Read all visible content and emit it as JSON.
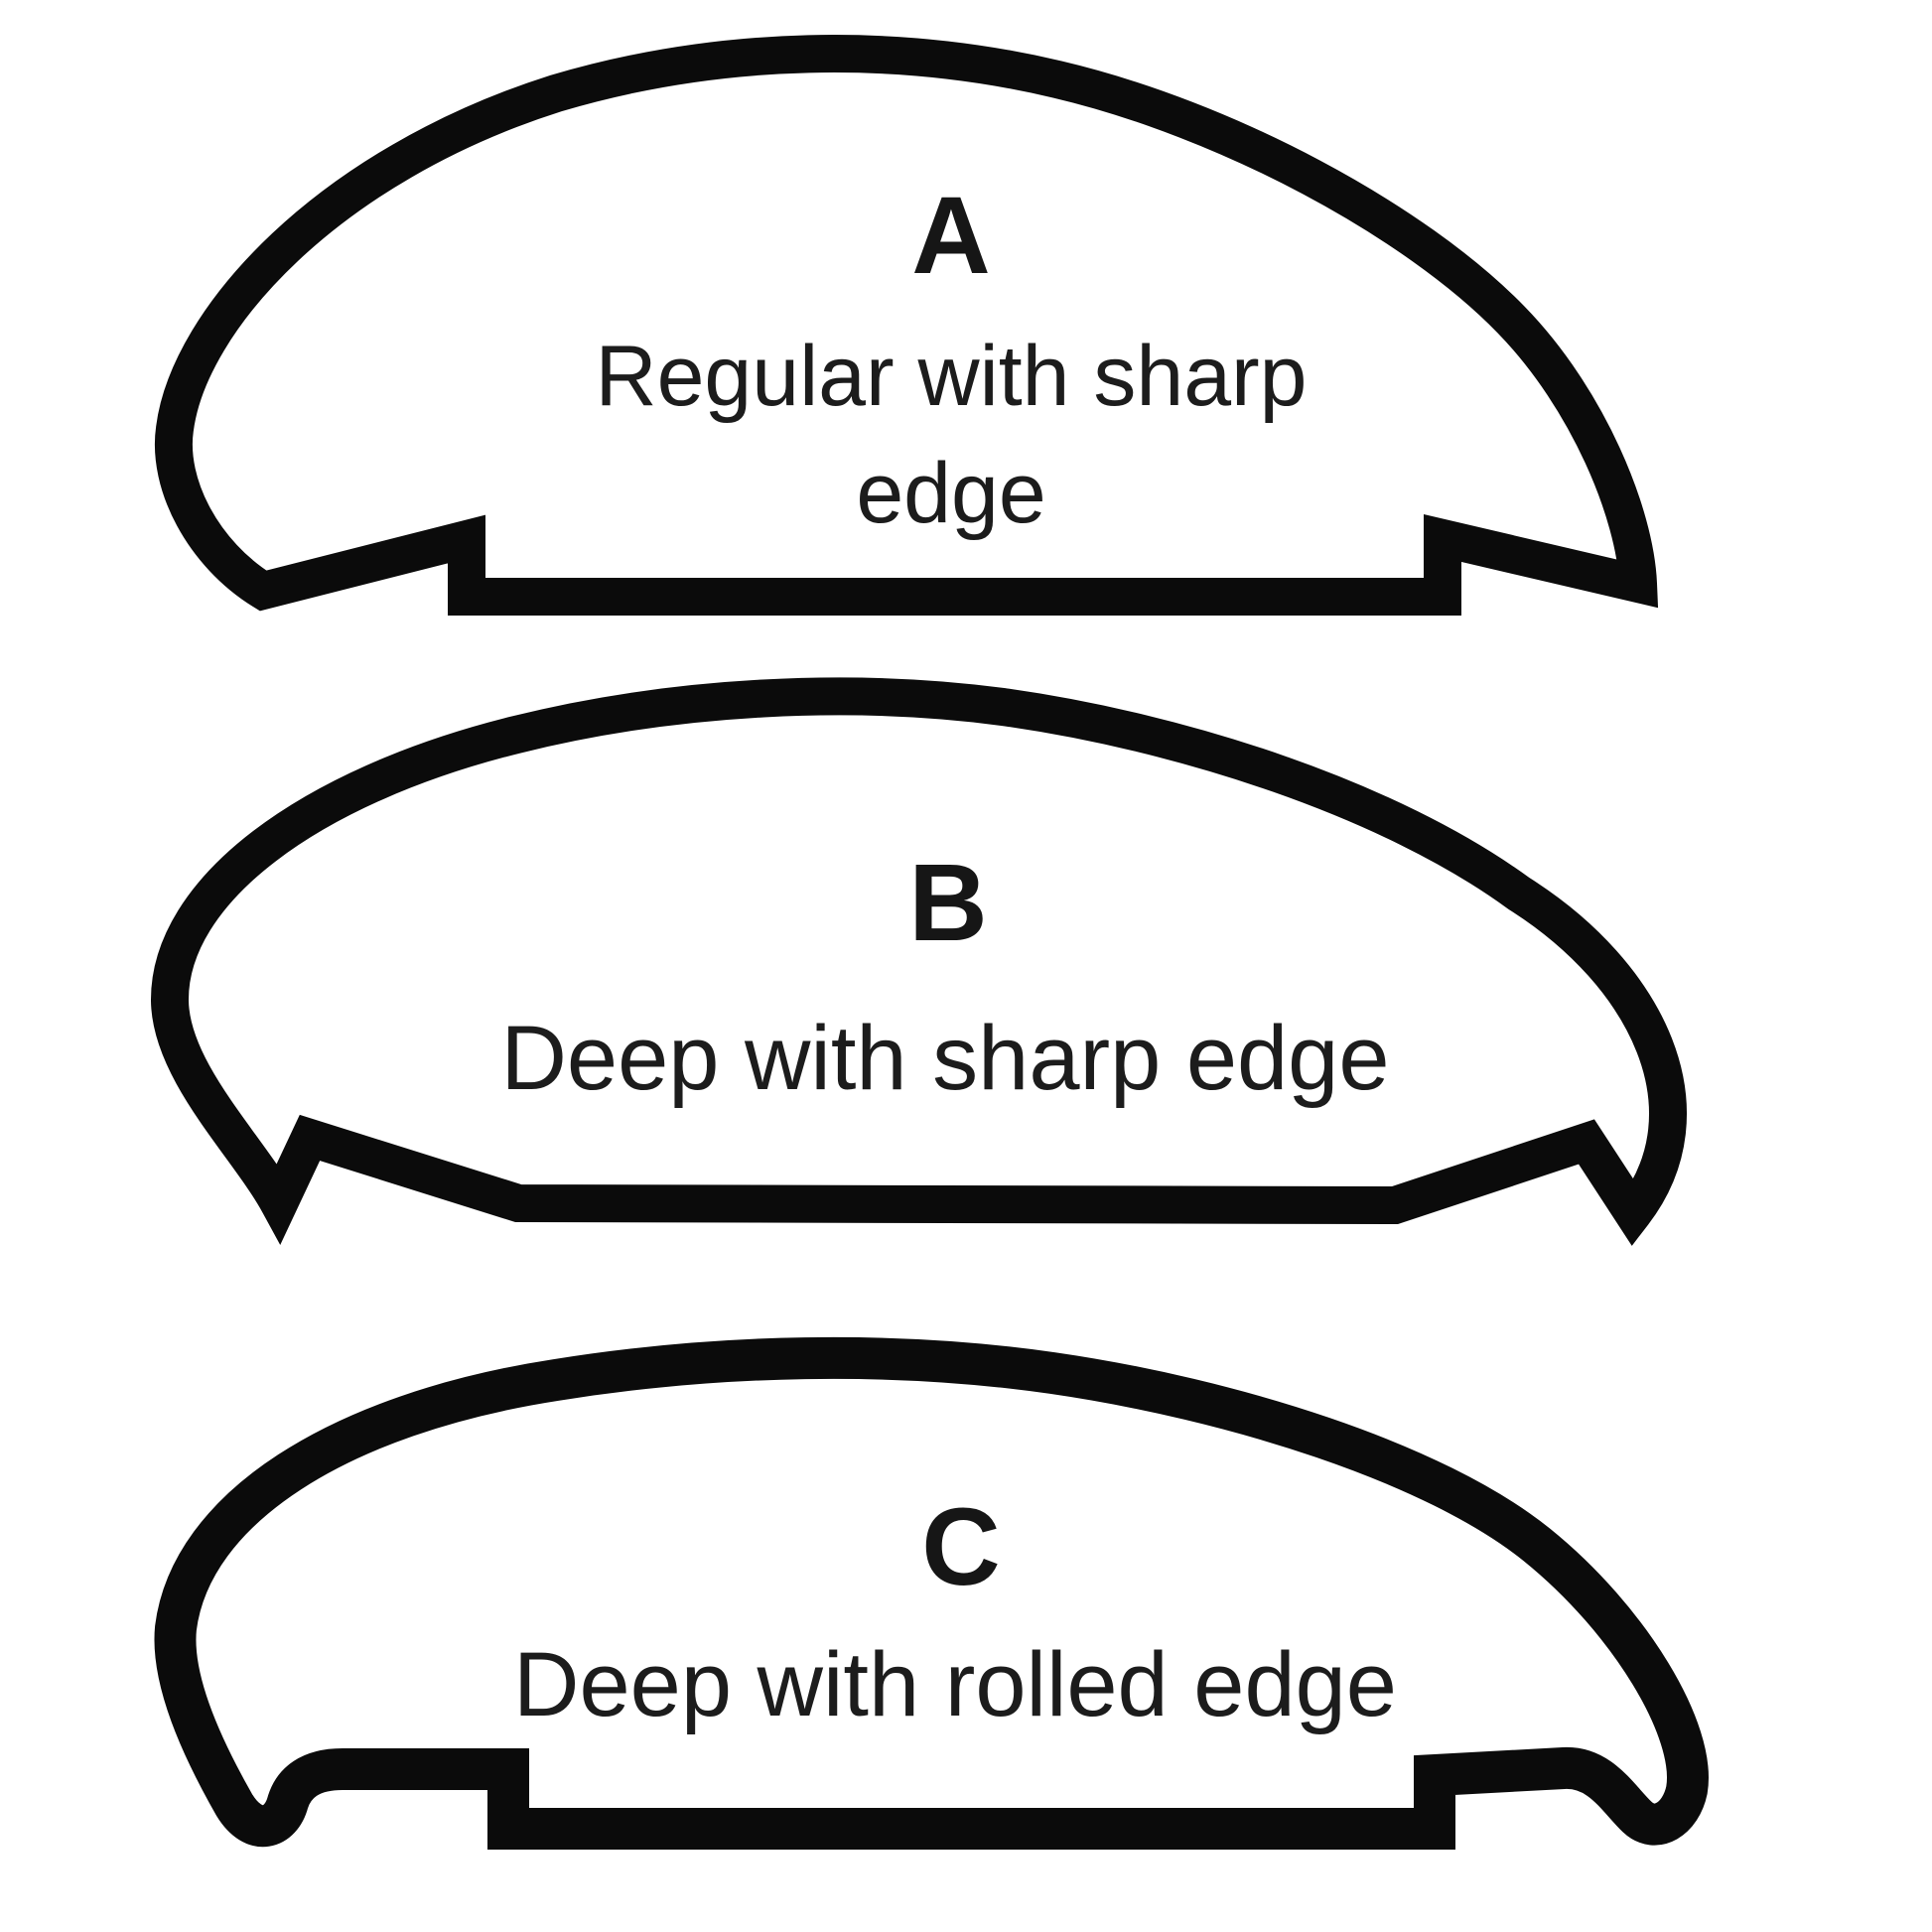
{
  "canvas": {
    "background": "#ffffff",
    "stroke_color": "#0b0b0b",
    "text_color": "#161616"
  },
  "shapes": [
    {
      "id": "A",
      "label": "A",
      "description": "Regular with sharp edge"
    },
    {
      "id": "B",
      "label": "B",
      "description": "Deep with sharp edge"
    },
    {
      "id": "C",
      "label": "C",
      "description": "Deep with rolled edge"
    }
  ]
}
